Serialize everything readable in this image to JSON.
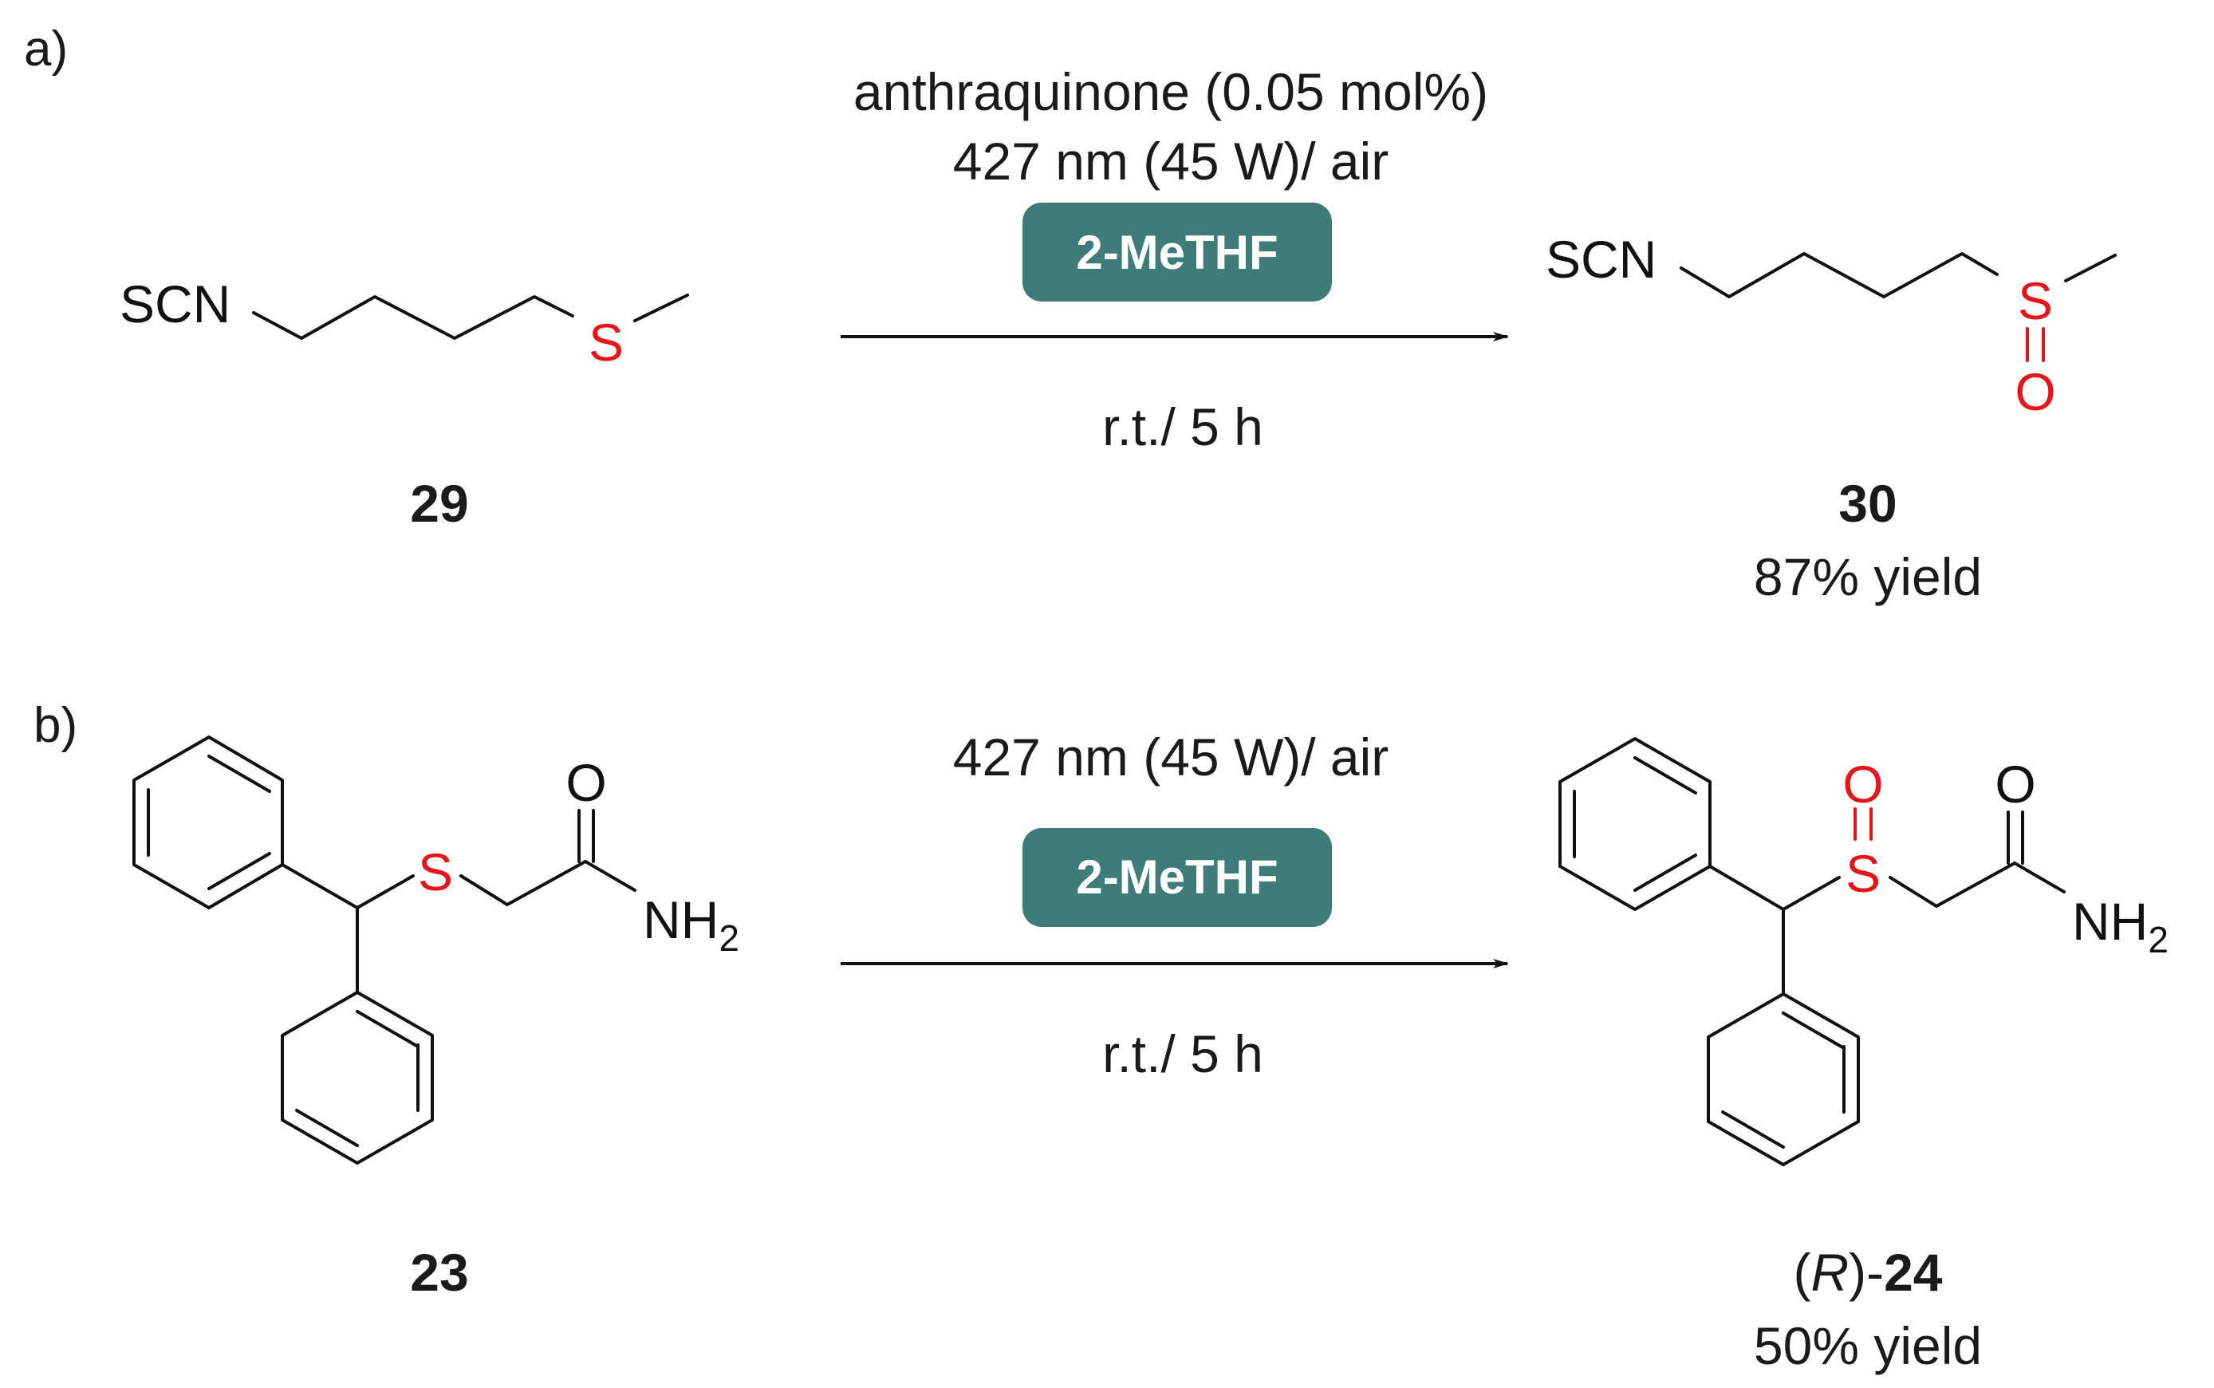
{
  "colors": {
    "bond": "#111111",
    "heteroatom": "#e8141c",
    "pill": "#3e7b79",
    "pill_text": "#ffffff",
    "text": "#1a1a1a"
  },
  "panel_a": {
    "tag": "a)",
    "condition_1": "anthraquinone (0.05 mol%)",
    "condition_2": "427 nm (45 W)/ air",
    "solvent": "2-MeTHF",
    "condition_below": "r.t./ 5 h",
    "reactant": {
      "label": "29",
      "group": "SCN",
      "heteroatom": "S"
    },
    "product": {
      "label": "30",
      "yield": "87% yield",
      "group": "SCN",
      "heteroatom": "S",
      "oxygen": "O"
    }
  },
  "panel_b": {
    "tag": "b)",
    "condition_1": "427 nm (45 W)/ air",
    "solvent": "2-MeTHF",
    "condition_below": "r.t./ 5 h",
    "reactant": {
      "label": "23",
      "heteroatom": "S",
      "carbonyl_o": "O",
      "amine": "NH",
      "amine_sub": "2"
    },
    "product": {
      "label_prefix": "(",
      "label_italic": "R",
      "label_mid": ")-",
      "label_bold": "24",
      "yield": "50% yield",
      "heteroatom": "S",
      "sulfoxide_o": "O",
      "carbonyl_o": "O",
      "amine": "NH",
      "amine_sub": "2"
    }
  }
}
